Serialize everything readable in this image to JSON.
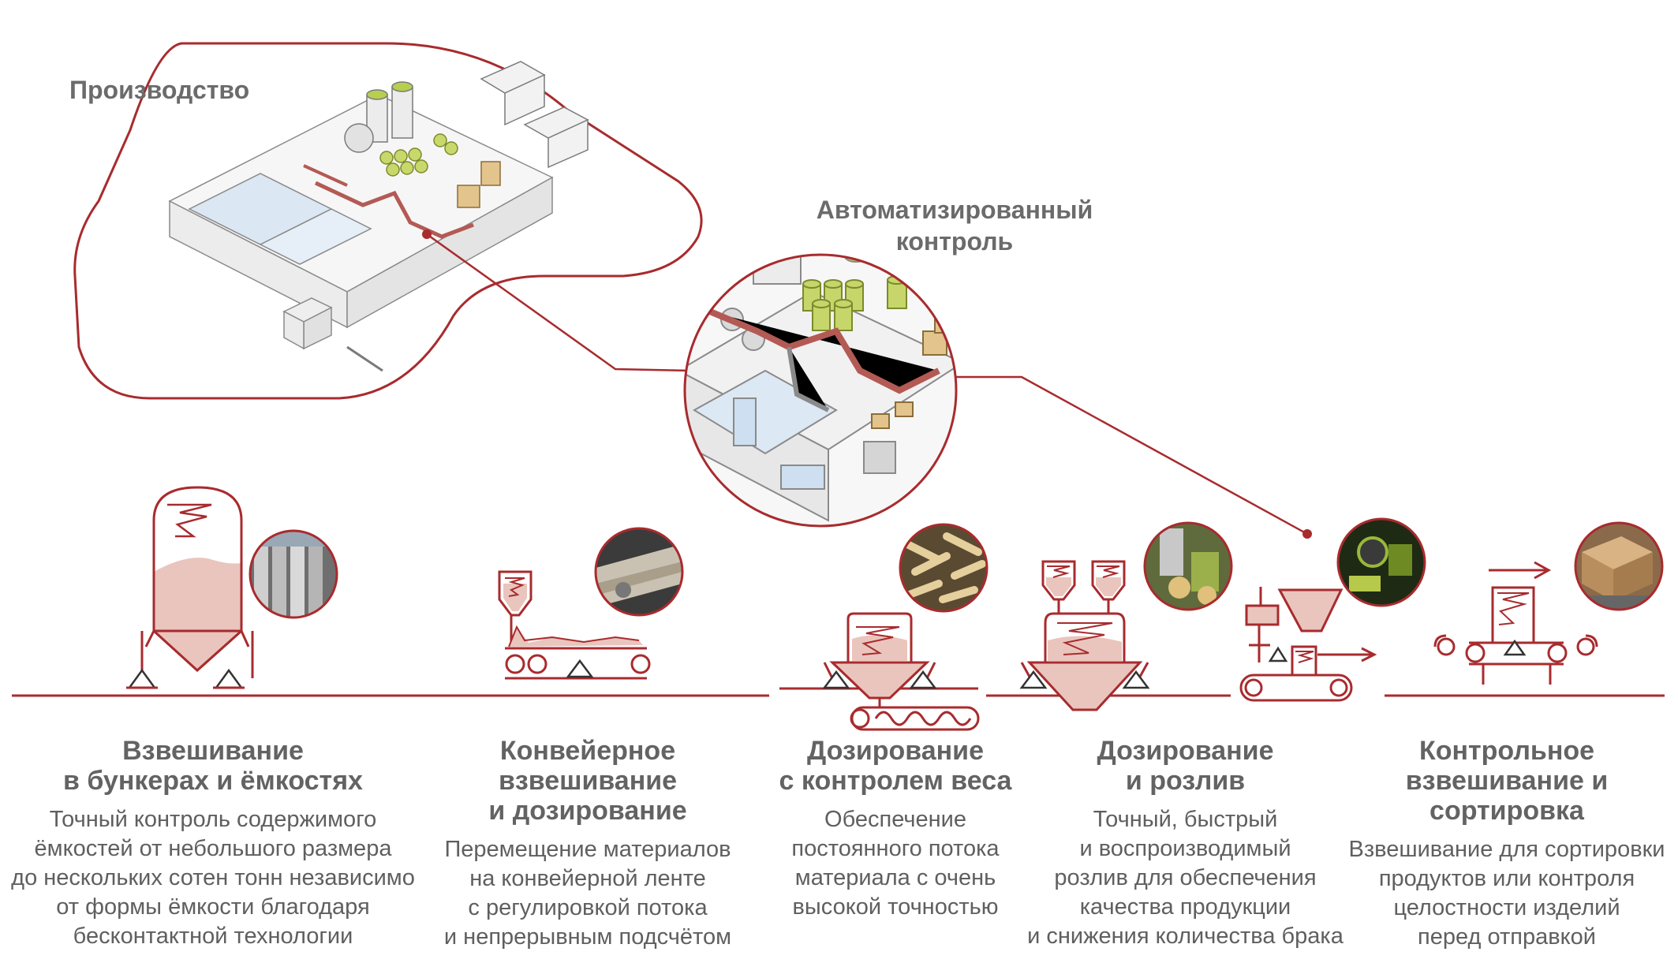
{
  "top": {
    "production_label": "Производство",
    "automated_label_1": "Автоматизированный",
    "automated_label_2": "контроль"
  },
  "colors": {
    "accent": "#a82b2e",
    "fill_light": "#e9c5bd",
    "text_gray": "#666666"
  },
  "stations": [
    {
      "title_1": "Взвешивание",
      "title_2": "в бункерах и ёмкостях",
      "desc": [
        "Точный контроль содержимого",
        "ёмкостей от небольшого размера",
        "до нескольких сотен тонн независимо",
        "от формы ёмкости благодаря",
        "бесконтактной технологии"
      ],
      "photo_icon": "silo-photo"
    },
    {
      "title_1": "Конвейерное взвешивание",
      "title_2": "и дозирование",
      "desc": [
        "Перемещение материалов",
        "на конвейерной ленте",
        "с регулировкой потока",
        "и непрерывным подсчётом"
      ],
      "photo_icon": "conveyor-belt-photo"
    },
    {
      "title_1": "Дозирование",
      "title_2": "с контролем веса",
      "desc": [
        "Обеспечение",
        "постоянного потока",
        "материала с очень",
        "высокой точностью"
      ],
      "photo_icon": "bulk-material-photo"
    },
    {
      "title_1": "Дозирование",
      "title_2": "и розлив",
      "desc": [
        "Точный, быстрый",
        "и воспроизводимый",
        "розлив для обеспечения",
        "качества продукции",
        "и снижения количества брака"
      ],
      "photo_icon": "filling-machine-photo"
    },
    {
      "title_1": "Контрольное",
      "title_2": "взвешивание и сортировка",
      "desc": [
        "Взвешивание для сортировки",
        "продуктов или контроля",
        "целостности изделий",
        "перед отправкой"
      ],
      "photo_icon": "sorting-boxes-photo"
    }
  ]
}
